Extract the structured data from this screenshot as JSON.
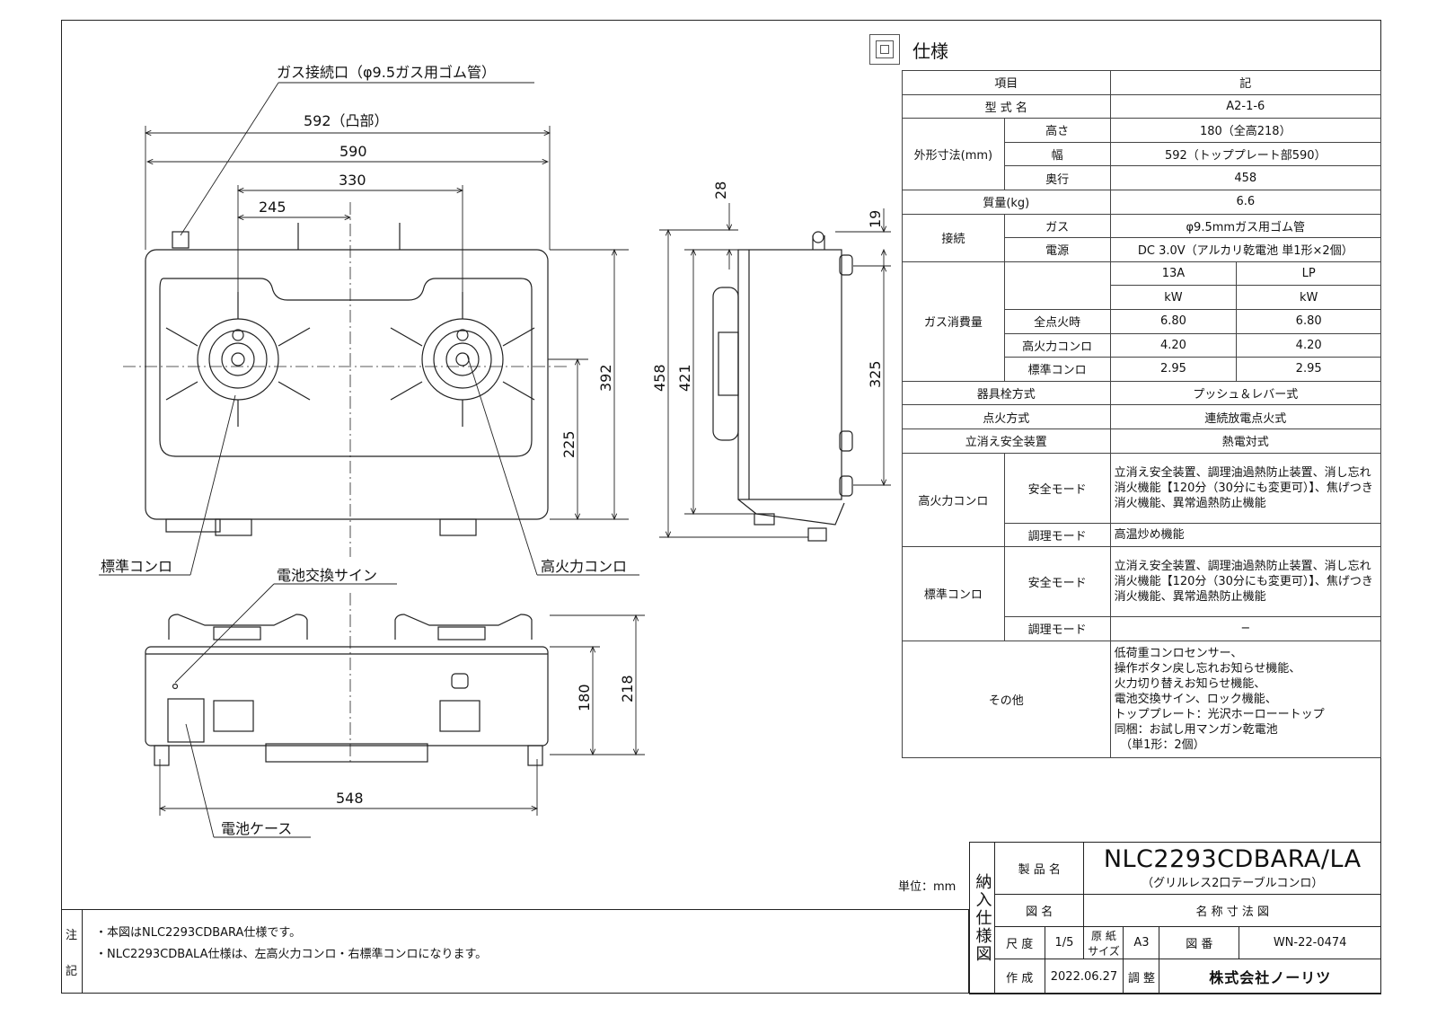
{
  "drawing": {
    "gas_inlet_label": "ガス接続口（φ9.5ガス用ゴム管）",
    "dim_592": "592（凸部）",
    "dim_590": "590",
    "dim_330": "330",
    "dim_245": "245",
    "dim_392": "392",
    "dim_225": "225",
    "standard_burner_label": "標準コンロ",
    "high_burner_label": "高火力コンロ",
    "battery_sign_label": "電池交換サイン",
    "battery_case_label": "電池ケース",
    "dim_548": "548",
    "dim_180": "180",
    "dim_218": "218",
    "dim_458": "458",
    "dim_421": "421",
    "dim_28": "28",
    "dim_19": "19",
    "dim_325": "325"
  },
  "spec": {
    "title": "仕様",
    "head_item": "項目",
    "head_value": "記",
    "model_label": "型 式 名",
    "model_value": "A2-1-6",
    "dims_label": "外形寸法(mm)",
    "height_label": "高さ",
    "height_value": "180（全高218）",
    "width_label": "幅",
    "width_value": "592（トッププレート部590）",
    "depth_label": "奥行",
    "depth_value": "458",
    "mass_label": "質量(kg)",
    "mass_value": "6.6",
    "conn_label": "接続",
    "gas_label": "ガス",
    "gas_value": "φ9.5mmガス用ゴム管",
    "power_label": "電源",
    "power_value": "DC 3.0V（アルカリ乾電池 単1形×2個）",
    "consumption_label": "ガス消費量",
    "col_13a": "13A",
    "col_lp": "LP",
    "unit_kw_1": "kW",
    "unit_kw_2": "kW",
    "all_label": "全点火時",
    "all_13a": "6.80",
    "all_lp": "6.80",
    "high_label": "高火力コンロ",
    "high_13a": "4.20",
    "high_lp": "4.20",
    "std_label": "標準コンロ",
    "std_13a": "2.95",
    "std_lp": "2.95",
    "valve_label": "器具栓方式",
    "valve_value": "プッシュ＆レバー式",
    "ignition_label": "点火方式",
    "ignition_value": "連続放電点火式",
    "safety_label": "立消え安全装置",
    "safety_value": "熱電対式",
    "high_burner_label": "高火力コンロ",
    "safe_mode_label_1": "安全モード",
    "safe_mode_high": "立消え安全装置、調理油過熱防止装置、消し忘れ消火機能【120分（30分にも変更可）】、焦げつき消火機能、異常過熱防止機能",
    "cook_mode_label_1": "調理モード",
    "cook_mode_high": "高温炒め機能",
    "std_burner_label": "標準コンロ",
    "safe_mode_label_2": "安全モード",
    "safe_mode_std": "立消え安全装置、調理油過熱防止装置、消し忘れ消火機能【120分（30分にも変更可）】、焦げつき消火機能、異常過熱防止機能",
    "cook_mode_label_2": "調理モード",
    "cook_mode_std": "−",
    "other_label": "その他",
    "other_lines": [
      "低荷重コンロセンサー、",
      "操作ボタン戻し忘れお知らせ機能、",
      "火力切り替えお知らせ機能、",
      "電池交換サイン、ロック機能、",
      "トッププレート：光沢ホーローートップ",
      "同梱：お試し用マンガン乾電池",
      "　（単1形：2個）"
    ]
  },
  "unit_label": "単位：mm",
  "notes": {
    "label_top": "注",
    "label_bottom": "記",
    "line1": "・本図はNLC2293CDBARA仕様です。",
    "line2": "・NLC2293CDBALA仕様は、左高火力コンロ・右標準コンロになります。"
  },
  "title_block": {
    "side_label": "納入仕様図",
    "product_name_label": "製 品 名",
    "product_name": "NLC2293CDBARA/LA",
    "product_sub": "（グリルレス2口テーブルコンロ）",
    "drawing_label": "図 名",
    "drawing_name": "名 称 寸 法 図",
    "scale_label": "尺 度",
    "scale_value": "1/5",
    "paper_label": "原 紙 サイズ",
    "paper_value": "A3",
    "drawing_no_label": "図 番",
    "drawing_no": "WN-22-0474",
    "created_label": "作 成",
    "created_date": "2022.06.27",
    "adjust_label": "調 整",
    "company": "株式会社ノーリツ"
  }
}
